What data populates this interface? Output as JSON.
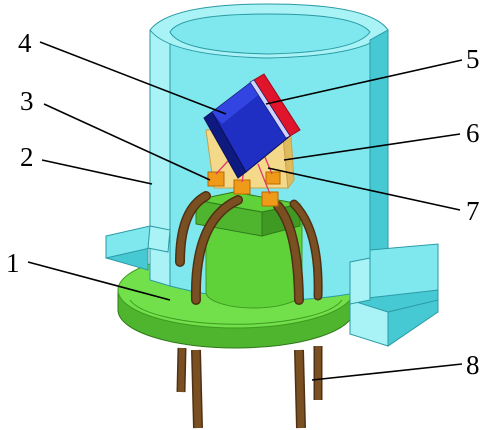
{
  "diagram": {
    "callouts": [
      {
        "id": "1",
        "label": "1"
      },
      {
        "id": "2",
        "label": "2"
      },
      {
        "id": "3",
        "label": "3"
      },
      {
        "id": "4",
        "label": "4"
      },
      {
        "id": "5",
        "label": "5"
      },
      {
        "id": "6",
        "label": "6"
      },
      {
        "id": "7",
        "label": "7"
      },
      {
        "id": "8",
        "label": "8"
      }
    ],
    "colors": {
      "cap": "#7fe8ee",
      "cap_dark": "#47c9d3",
      "cap_inner": "#a9f2f5",
      "base": "#72e04a",
      "base_dark": "#4fb52e",
      "pedestal": "#5fd23a",
      "lead": "#7a4f22",
      "lead_dark": "#4e3114",
      "chip": "#1f2fc4",
      "chip_top": "#3b4ff0",
      "heat_strip": "#e0142a",
      "submount": "#f5d98a",
      "bond_pad": "#f09a1a"
    }
  }
}
